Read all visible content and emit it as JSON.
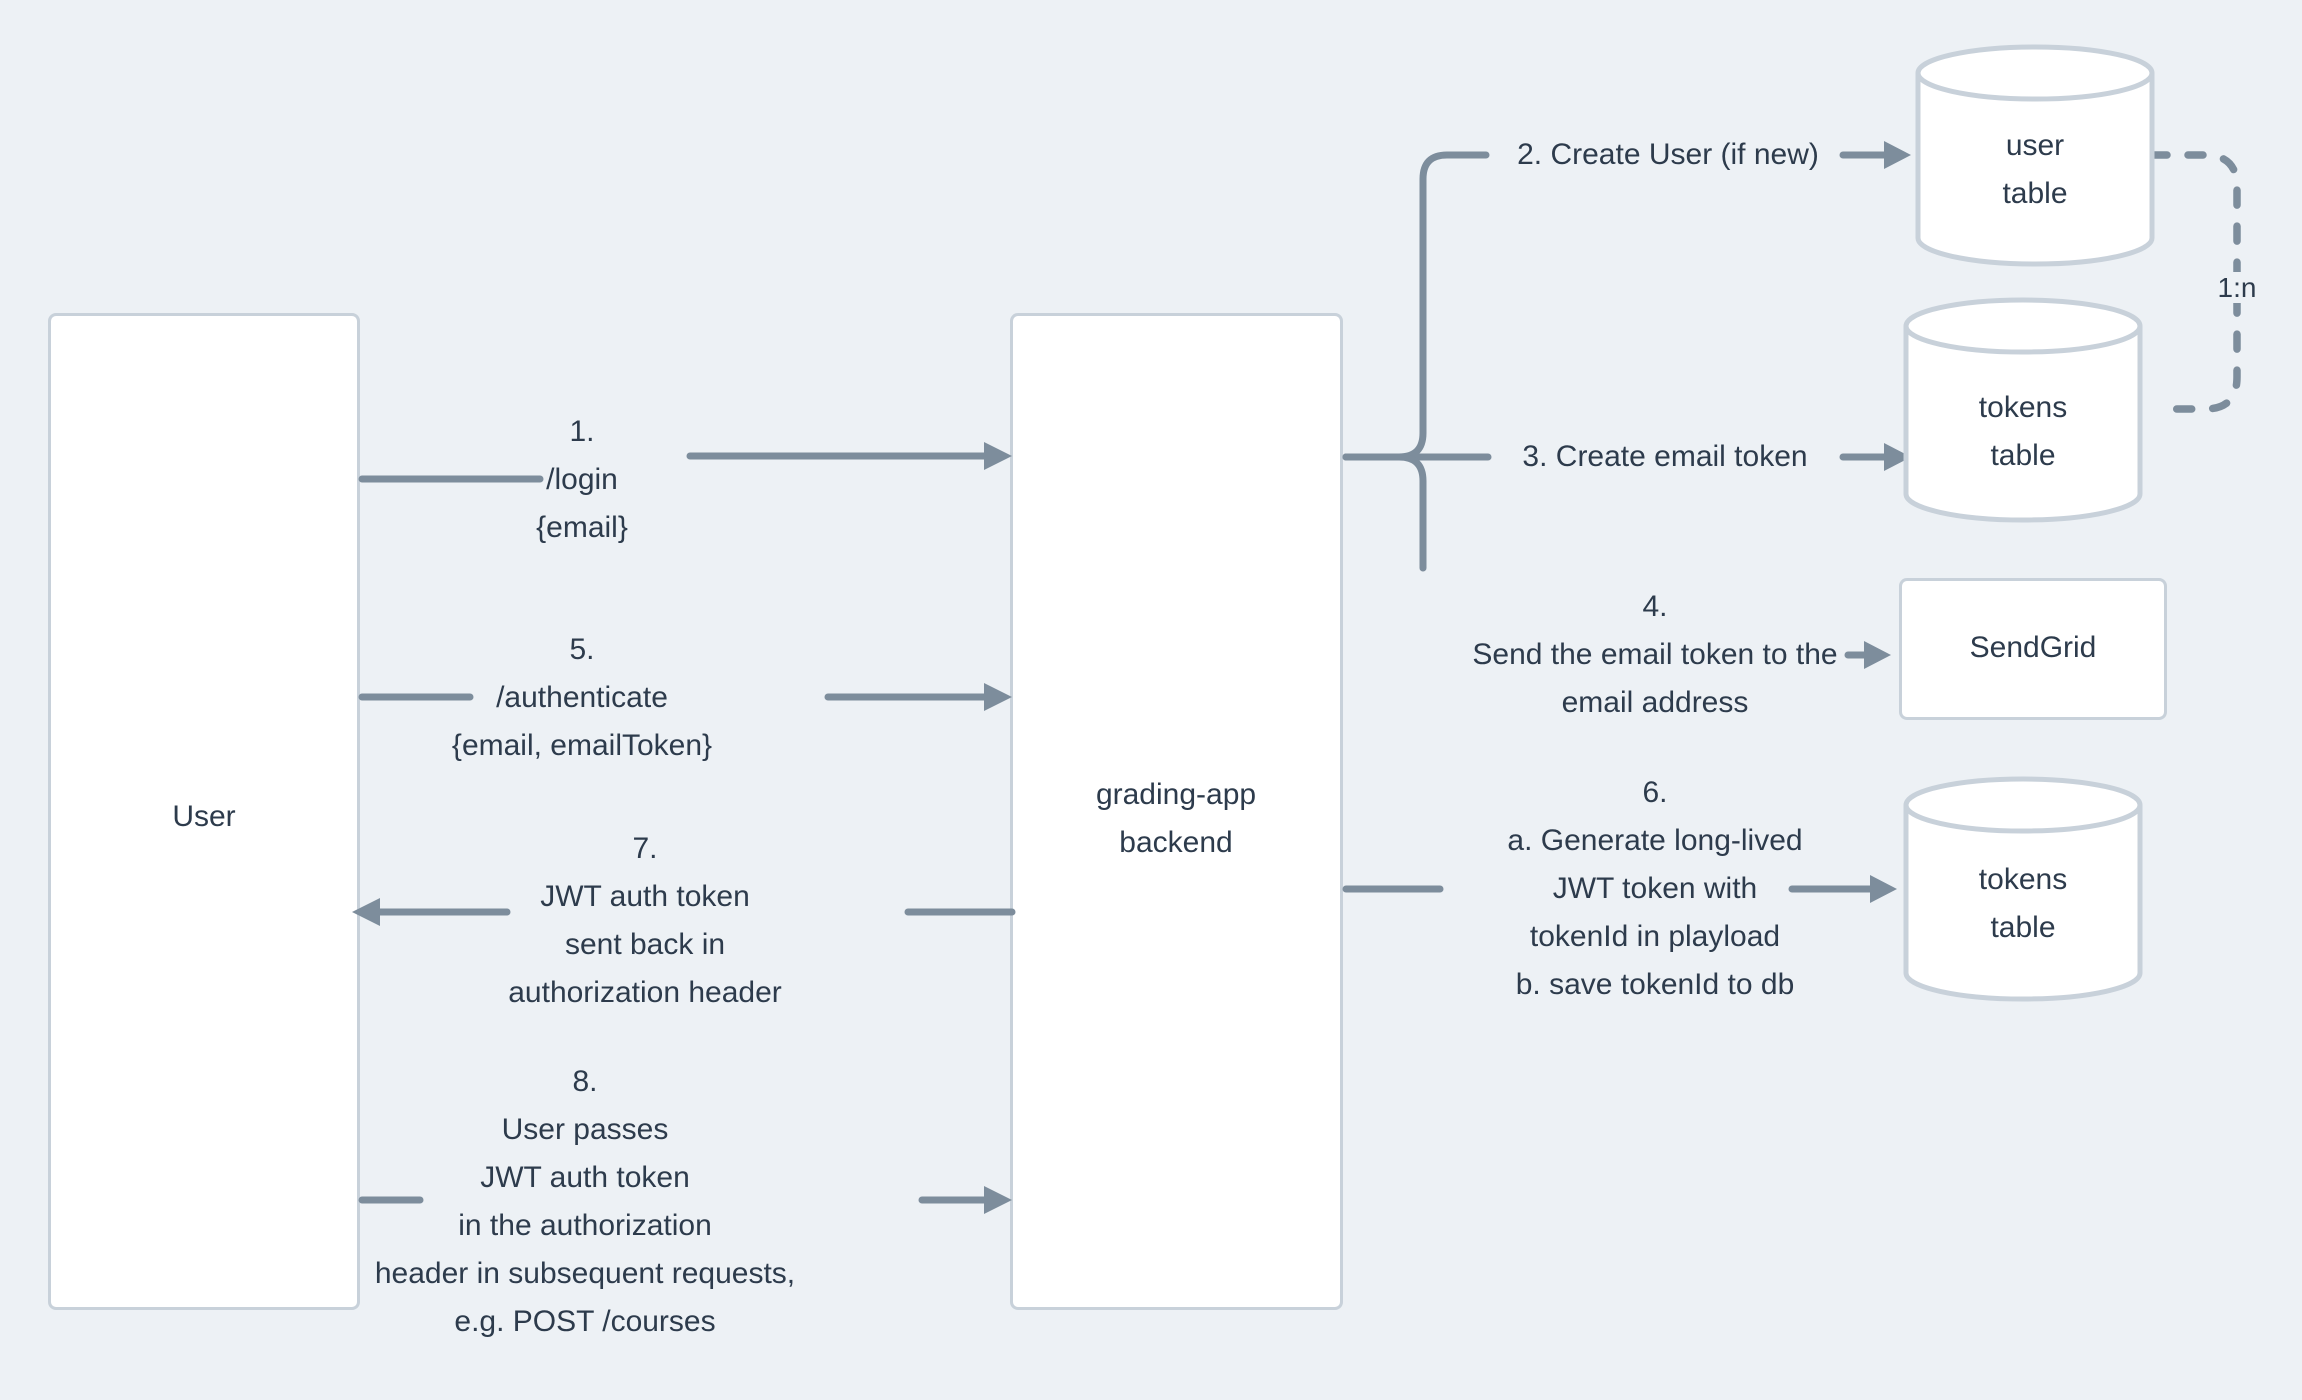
{
  "diagram": {
    "nodes": {
      "user": {
        "label": "User"
      },
      "backend": {
        "lines": [
          "grading-app",
          "backend"
        ]
      },
      "user_table": {
        "lines": [
          "user",
          "table"
        ]
      },
      "tokens_table_top": {
        "lines": [
          "tokens",
          "table"
        ]
      },
      "sendgrid": {
        "label": "SendGrid"
      },
      "tokens_table_bottom": {
        "lines": [
          "tokens",
          "table"
        ]
      }
    },
    "messages": {
      "m1": {
        "lines": [
          "1.",
          "/login",
          "{email}"
        ]
      },
      "m5": {
        "lines": [
          "5.",
          "/authenticate",
          "{email, emailToken}"
        ]
      },
      "m7": {
        "lines": [
          "7.",
          "JWT auth token",
          "sent back in",
          "authorization header"
        ]
      },
      "m8": {
        "lines": [
          "8.",
          "User passes",
          "JWT auth token",
          "in the authorization",
          "header in subsequent requests,",
          "e.g. POST /courses"
        ]
      },
      "m2": {
        "label": "2. Create User (if new)"
      },
      "m3": {
        "label": "3. Create email token"
      },
      "m4": {
        "lines": [
          "4.",
          "Send the email token to the",
          "email address"
        ]
      },
      "m6": {
        "lines": [
          "6.",
          "a. Generate long-lived",
          "JWT token with",
          "tokenId in playload",
          "b. save tokenId to db"
        ]
      }
    },
    "relation": {
      "label": "1:n"
    },
    "colors": {
      "background": "#edf1f5",
      "line": "#7d8d9c",
      "node_border": "#c8d1da",
      "node_fill": "#ffffff",
      "text": "#2d3b4c"
    }
  }
}
